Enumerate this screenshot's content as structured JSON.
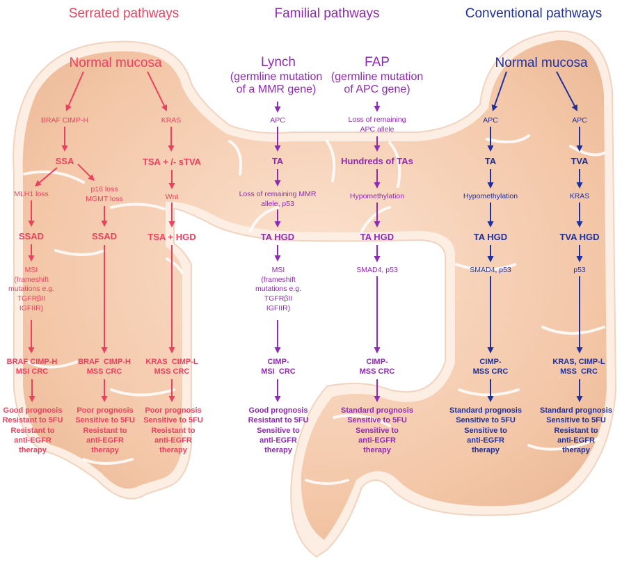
{
  "colors": {
    "serrated": "#ee3f5e",
    "familial": "#8e2ab3",
    "conventional": "#1f2f9c",
    "colon_fill": "#f3c9ab",
    "colon_edge": "#fdeee3"
  },
  "headers": {
    "serrated": "Serrated pathways",
    "familial": "Familial pathways",
    "conventional": "Conventional pathways"
  },
  "serrated": {
    "origin": "Normal mucosa",
    "branch_left": "BRAF CIMP-H",
    "branch_right": "KRAS",
    "ssa": "SSA",
    "mlh1": "MLH1 loss",
    "p16": "p16 loss\nMGMT loss",
    "ssad_left": "SSAD",
    "ssad_mid": "SSAD",
    "msi": "MSI\n(frameshift\nmutations e.g.\nTGFRβII\nIGFIIR)",
    "tsa": "TSA + /-  sTVA",
    "wnt": "Wnt",
    "tsa_hgd": "TSA + HGD",
    "crc_left": "BRAF CIMP-H\nMSI CRC",
    "crc_mid": "BRAF  CIMP-H\nMSS CRC",
    "crc_right": "KRAS  CIMP-L\nMSS CRC",
    "prog_left": "Good prognosis\nResistant to 5FU\nResistant to\nanti-EGFR\ntherapy",
    "prog_mid": "Poor prognosis\nSensitive to 5FU\nResistant to\nanti-EGFR\ntherapy",
    "prog_right": "Poor prognosis\nSensitive to 5FU\nResistant to\nanti-EGFR\ntherapy"
  },
  "familial": {
    "lynch": {
      "title": "Lynch",
      "desc": "(germline mutation\nof a MMR gene)",
      "s1": "APC",
      "s2": "TA",
      "s3": "Loss of remaining MMR\nallele, p53",
      "s4": "TA HGD",
      "s5": "MSI\n(frameshift\nmutations e.g.\nTGFRβII\nIGFIIR)",
      "crc": "CIMP-\nMSI  CRC",
      "prognosis": "Good prognosis\nResistant to 5FU\nSensitive to\nanti-EGFR\ntherapy"
    },
    "fap": {
      "title": "FAP",
      "desc": "(germline mutation\nof APC gene)",
      "s1": "Loss of remaining\nAPC allele",
      "s2": "Hundreds of TAs",
      "s3": "Hypomethylation",
      "s4": "TA HGD",
      "s5": "SMAD4, p53",
      "crc": "CIMP-\nMSS CRC",
      "prognosis": "Standard prognosis\nSensitive to 5FU\nSensitive to\nanti-EGFR\ntherapy"
    }
  },
  "conventional": {
    "origin": "Normal mucosa",
    "left": {
      "s1": "APC",
      "s2": "TA",
      "s3": "Hypomethylation",
      "s4": "TA HGD",
      "s5": "SMAD4, p53",
      "crc": "CIMP-\nMSS CRC",
      "prognosis": "Standard prognosis\nSensitive to 5FU\nSensitive to\nanti-EGFR\ntherapy"
    },
    "right": {
      "s1": "APC",
      "s2": "TVA",
      "s3": "KRAS",
      "s4": "TVA HGD",
      "s5": "p53",
      "crc": "KRAS, CIMP-L\nMSS  CRC",
      "prognosis": "Standard prognosis\nSensitive to 5FU\nResistant to\nanti-EGFR\ntherapy"
    }
  }
}
